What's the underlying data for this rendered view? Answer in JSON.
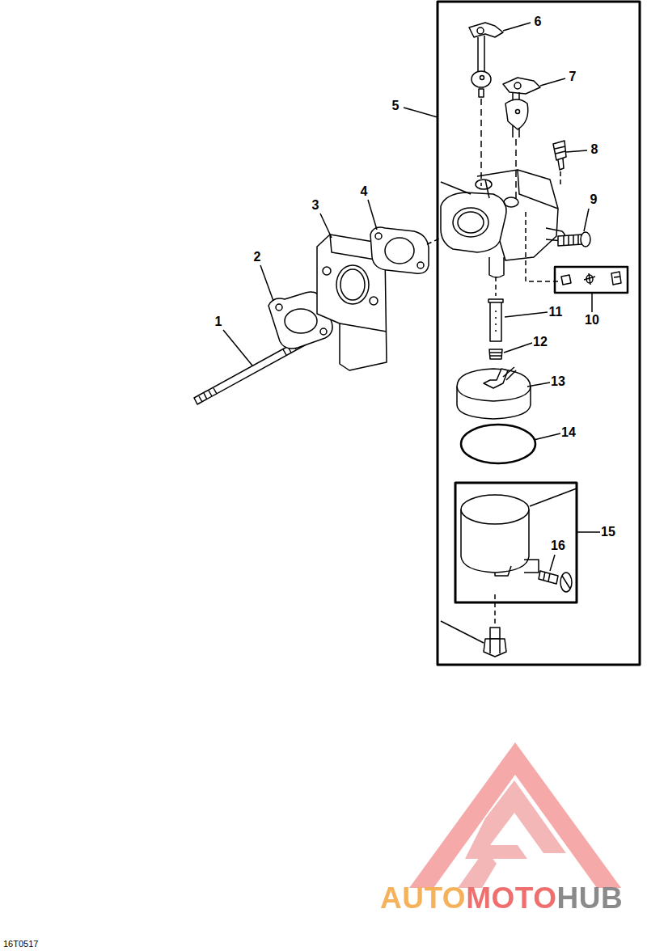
{
  "diagram": {
    "labels": [
      "1",
      "2",
      "3",
      "4",
      "5",
      "6",
      "7",
      "8",
      "9",
      "10",
      "11",
      "12",
      "13",
      "14",
      "15",
      "16",
      "AUTOMOTOHUB",
      "16T0517"
    ]
  }
}
